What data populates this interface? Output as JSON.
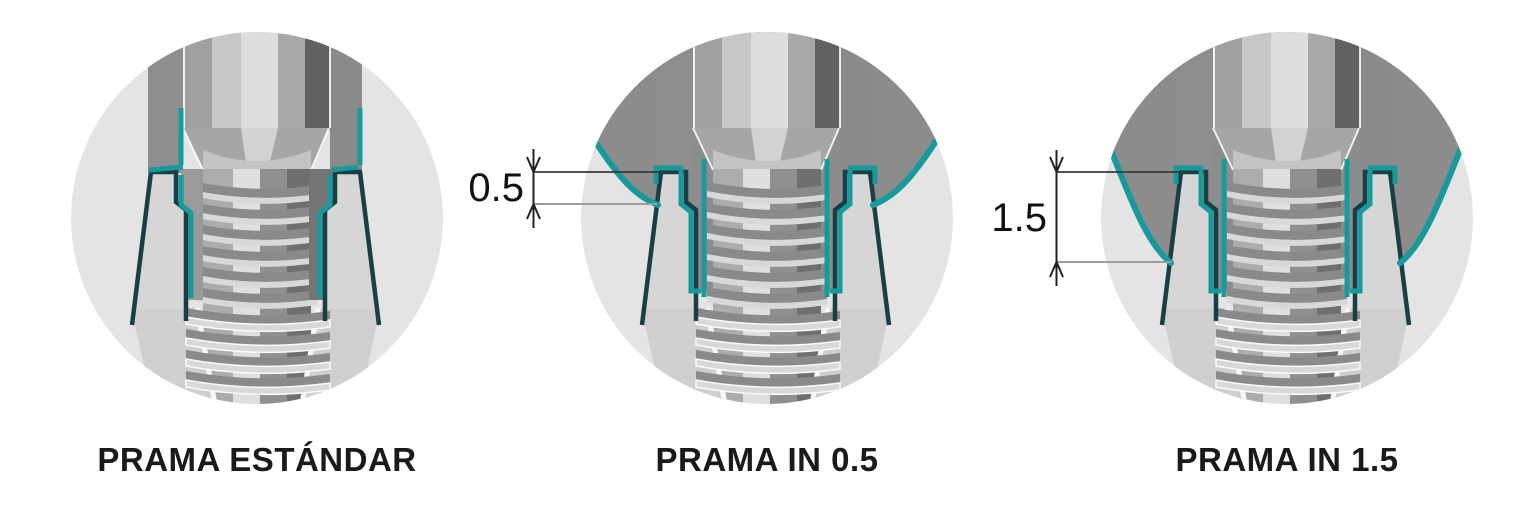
{
  "diagram": {
    "figures": [
      {
        "title": "PRAMA ESTÁNDAR",
        "dimension_label": null
      },
      {
        "title": "PRAMA IN 0.5",
        "dimension_label": "0.5"
      },
      {
        "title": "PRAMA IN 1.5",
        "dimension_label": "1.5"
      }
    ],
    "colors": {
      "tissue_teal": "#189A9C",
      "outline_dark_teal": "#173F45",
      "bone_gray": "#8C8C8C",
      "circle_gray": "#E4E4E4",
      "title_text": "#1A1A1A",
      "dimension_text": "#111111"
    }
  }
}
